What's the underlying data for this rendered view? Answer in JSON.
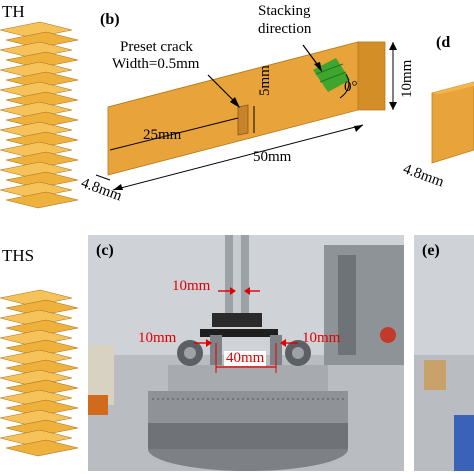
{
  "figure": {
    "left_top_label": "TH",
    "left_bottom_label": "THS",
    "panel_b": {
      "tag": "(b)",
      "preset_crack": "Preset crack",
      "crack_width": "Width=0.5mm",
      "stacking": "Stacking",
      "direction": "direction",
      "angle": "0°",
      "dim_crack_length": "25mm",
      "dim_crack_depth": "5mm",
      "dim_length": "50mm",
      "dim_height": "10mm",
      "dim_width": "4.8mm"
    },
    "panel_d": {
      "tag": "(d",
      "dim_width": "4.8mm"
    },
    "panel_c": {
      "tag": "(c)",
      "dim_top": "10mm",
      "dim_left": "10mm",
      "dim_right": "10mm",
      "dim_span": "40mm"
    },
    "panel_e": {
      "tag": "(e)"
    }
  },
  "colors": {
    "specimen_top": "#f3b64a",
    "specimen_front": "#e8a33a",
    "specimen_side": "#d48e28",
    "crack_green": "#2ea52e",
    "annotation_red": "#e00000",
    "photo_bg": "#c9ccd0"
  }
}
